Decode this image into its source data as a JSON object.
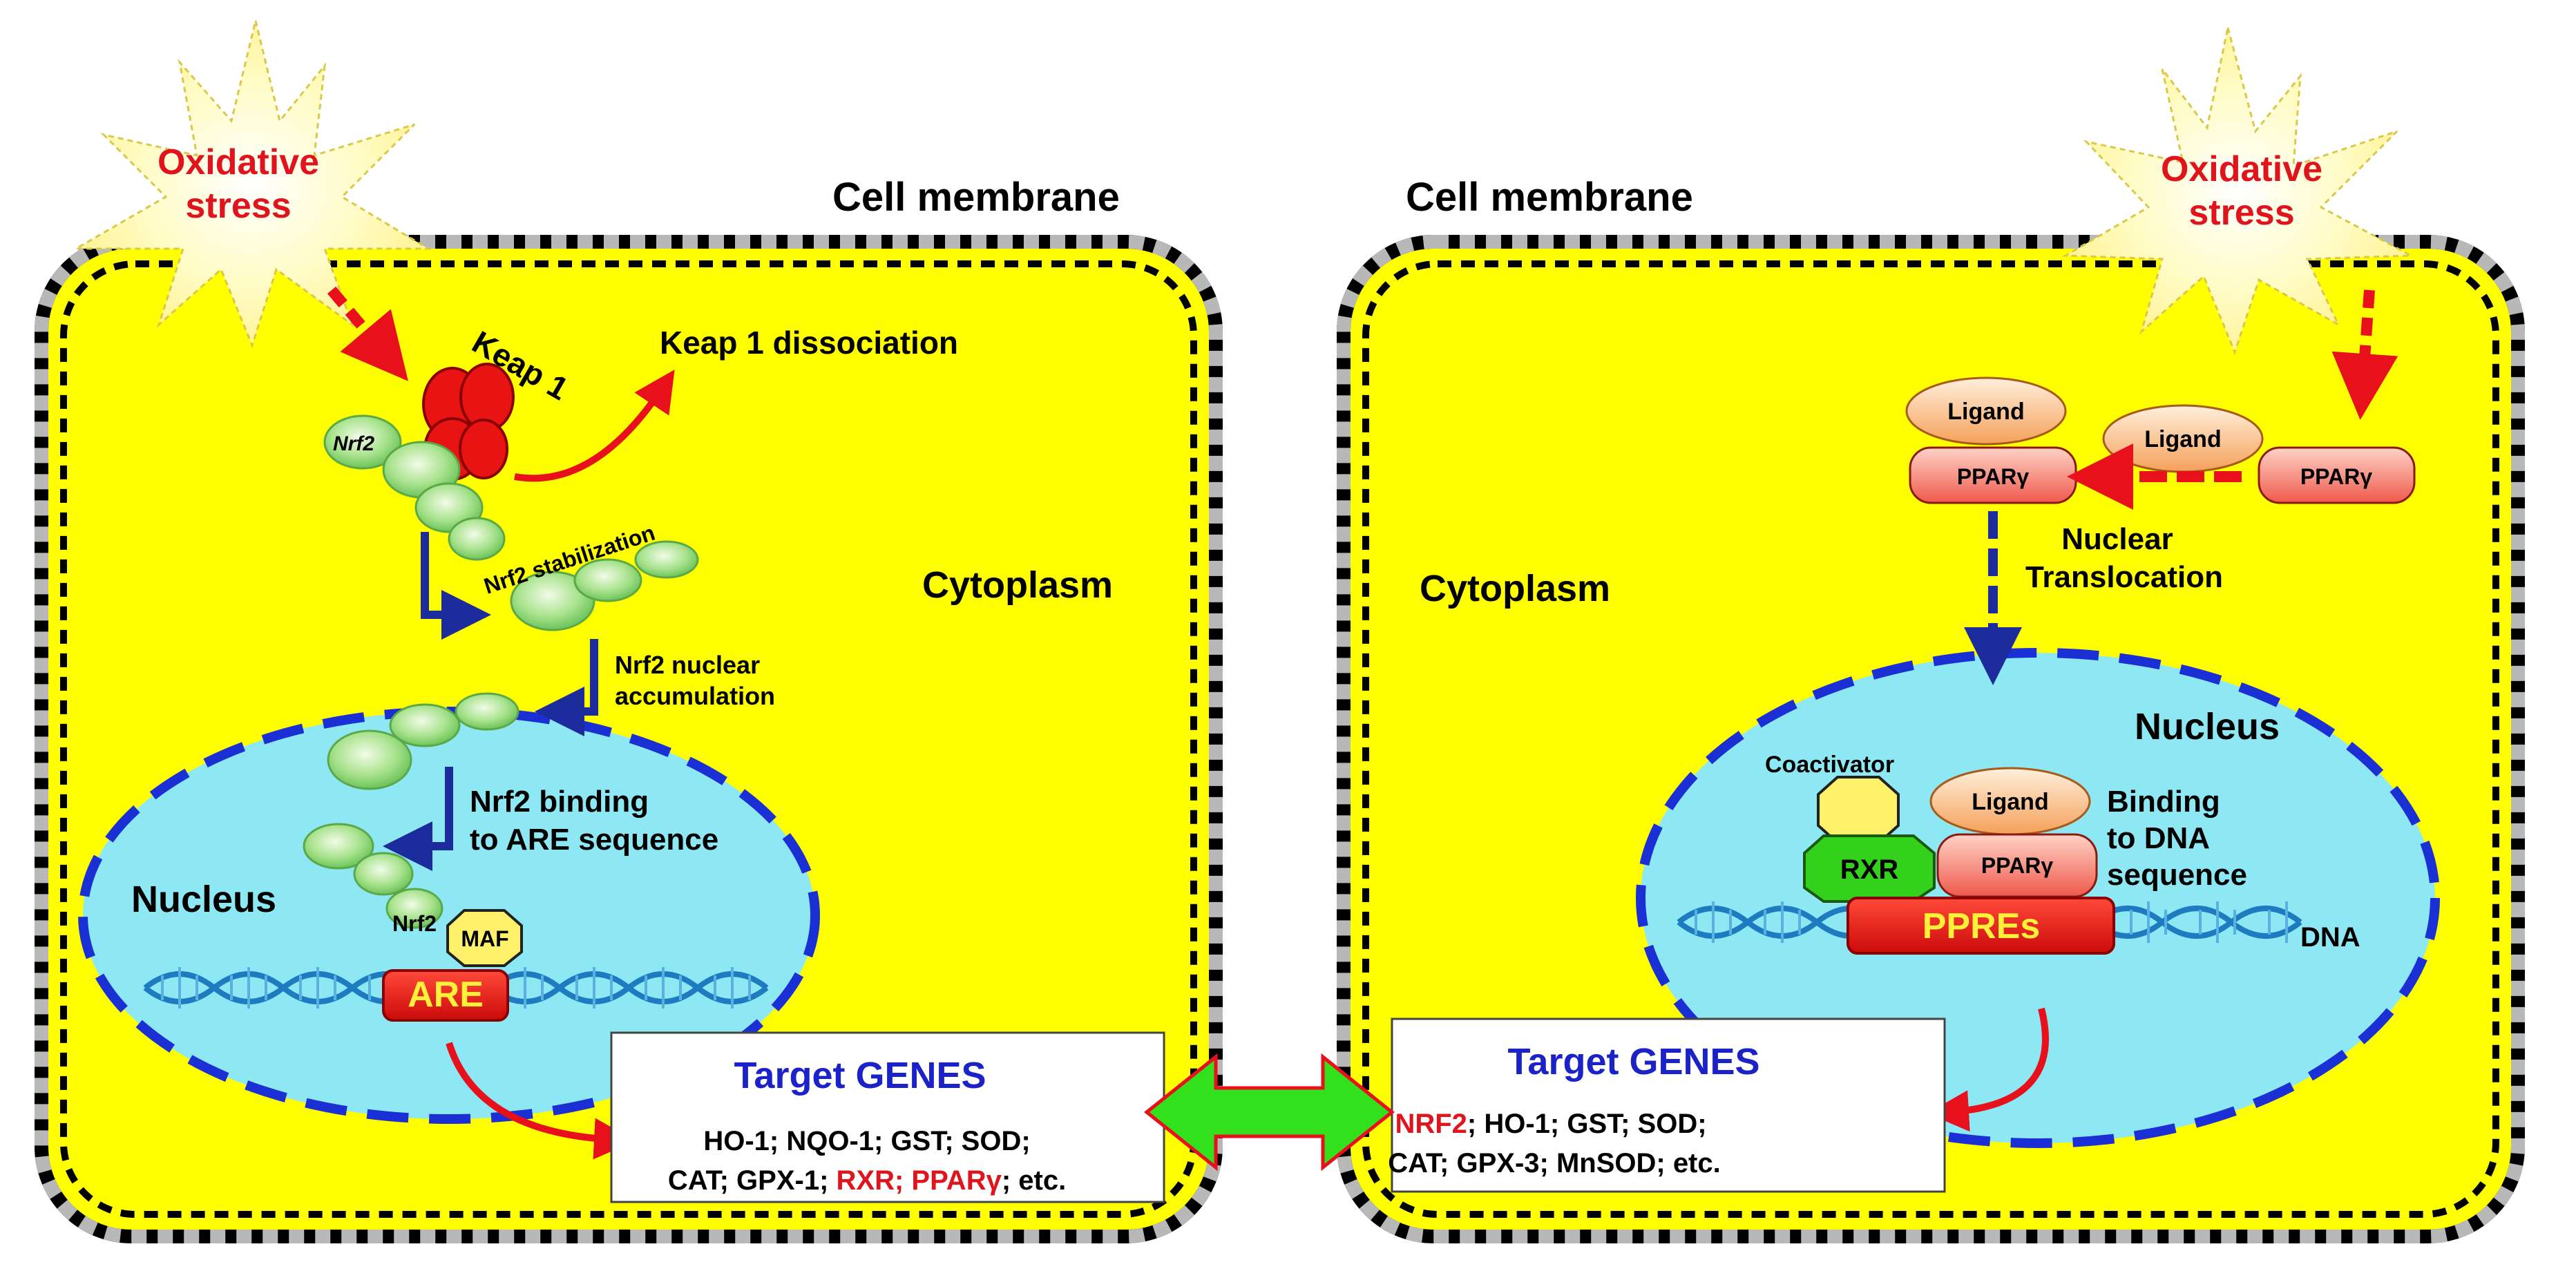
{
  "left_panel": {
    "stress_line1": "Oxidative",
    "stress_line2": "stress",
    "membrane_label": "Cell membrane",
    "keap1_label": "Keap 1",
    "keap1_dissociation": "Keap 1 dissociation",
    "nrf2_label": "Nrf2",
    "nrf2_stabilization": "Nrf2 stabilization",
    "cytoplasm_label": "Cytoplasm",
    "nuclear_acc_line1": "Nrf2 nuclear",
    "nuclear_acc_line2": "accumulation",
    "binding_line1": "Nrf2 binding",
    "binding_line2": "to ARE sequence",
    "nucleus_label": "Nucleus",
    "nrf2_dna_label": "Nrf2",
    "maf_label": "MAF",
    "are_label": "ARE",
    "target_title": "Target GENES",
    "genes_line1": "HO-1; NQO-1; GST; SOD;",
    "genes_line2_black": "CAT; GPX-1; ",
    "genes_line2_red": "RXR; PPARγ",
    "genes_line2_end": "; etc."
  },
  "right_panel": {
    "stress_line1": "Oxidative",
    "stress_line2": "stress",
    "membrane_label": "Cell membrane",
    "cytoplasm_label": "Cytoplasm",
    "ligand_label": "Ligand",
    "ppar_label": "PPARγ",
    "nuclear_trans_line1": "Nuclear",
    "nuclear_trans_line2": "Translocation",
    "nucleus_label": "Nucleus",
    "coactivator_label": "Coactivator",
    "rxr_label": "RXR",
    "binding_line1": "Binding",
    "binding_line2": "to DNA",
    "binding_line3": "sequence",
    "ppres_label": "PPREs",
    "dna_label": "DNA",
    "target_title": "Target GENES",
    "genes_line1_red": "NRF2",
    "genes_line1_black": "; HO-1; GST; SOD;",
    "genes_line2": "CAT; GPX-3; MnSOD; etc."
  },
  "colors": {
    "cytoplasm": "#ffff00",
    "nucleus": "#8ee8f4",
    "nucleus_border": "#1a2fd4",
    "stress_text": "#e0141c",
    "target_title": "#1a22c8",
    "red_arrow": "#e8101a",
    "dark_blue_arrow": "#1c2c9c",
    "double_arrow": "#33e01c",
    "nrf2_green": "#7fd36a",
    "are_red": "#e81414",
    "ppar_fill": "#f27a6e"
  }
}
